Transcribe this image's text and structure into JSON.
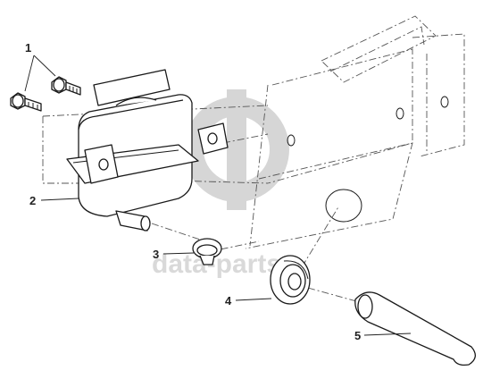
{
  "watermark": {
    "text": "data-parts"
  },
  "callouts": [
    {
      "number": "1",
      "part": "bolt"
    },
    {
      "number": "2",
      "part": "expansion-tank"
    },
    {
      "number": "3",
      "part": "hose-clamp"
    },
    {
      "number": "4",
      "part": "grommet"
    },
    {
      "number": "5",
      "part": "hose"
    }
  ]
}
